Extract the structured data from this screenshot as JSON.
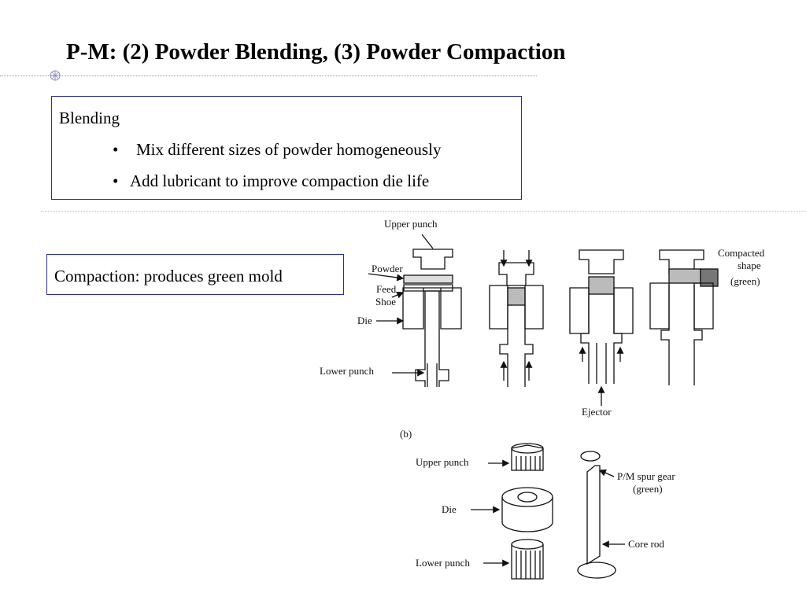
{
  "slide": {
    "title": "P-M: (2) Powder Blending, (3) Powder Compaction"
  },
  "blending": {
    "heading": "Blending",
    "bullets": [
      "Mix different sizes of powder homogeneously",
      "Add lubricant to improve compaction die life"
    ]
  },
  "compaction": {
    "text": "Compaction: produces green mold"
  },
  "figure": {
    "labels": {
      "upper_punch": "Upper punch",
      "powder": "Powder",
      "feed": "Feed",
      "shoe": "Shoe",
      "die": "Die",
      "lower_punch": "Lower punch",
      "compacted": "Compacted",
      "shape": "shape",
      "green": "(green)",
      "ejector": "Ejector",
      "part_b": "(b)",
      "b_upper_punch": "Upper punch",
      "b_die": "Die",
      "b_lower_punch": "Lower punch",
      "spur_gear": "P/M spur gear",
      "spur_green": "(green)",
      "core_rod": "Core rod"
    }
  }
}
